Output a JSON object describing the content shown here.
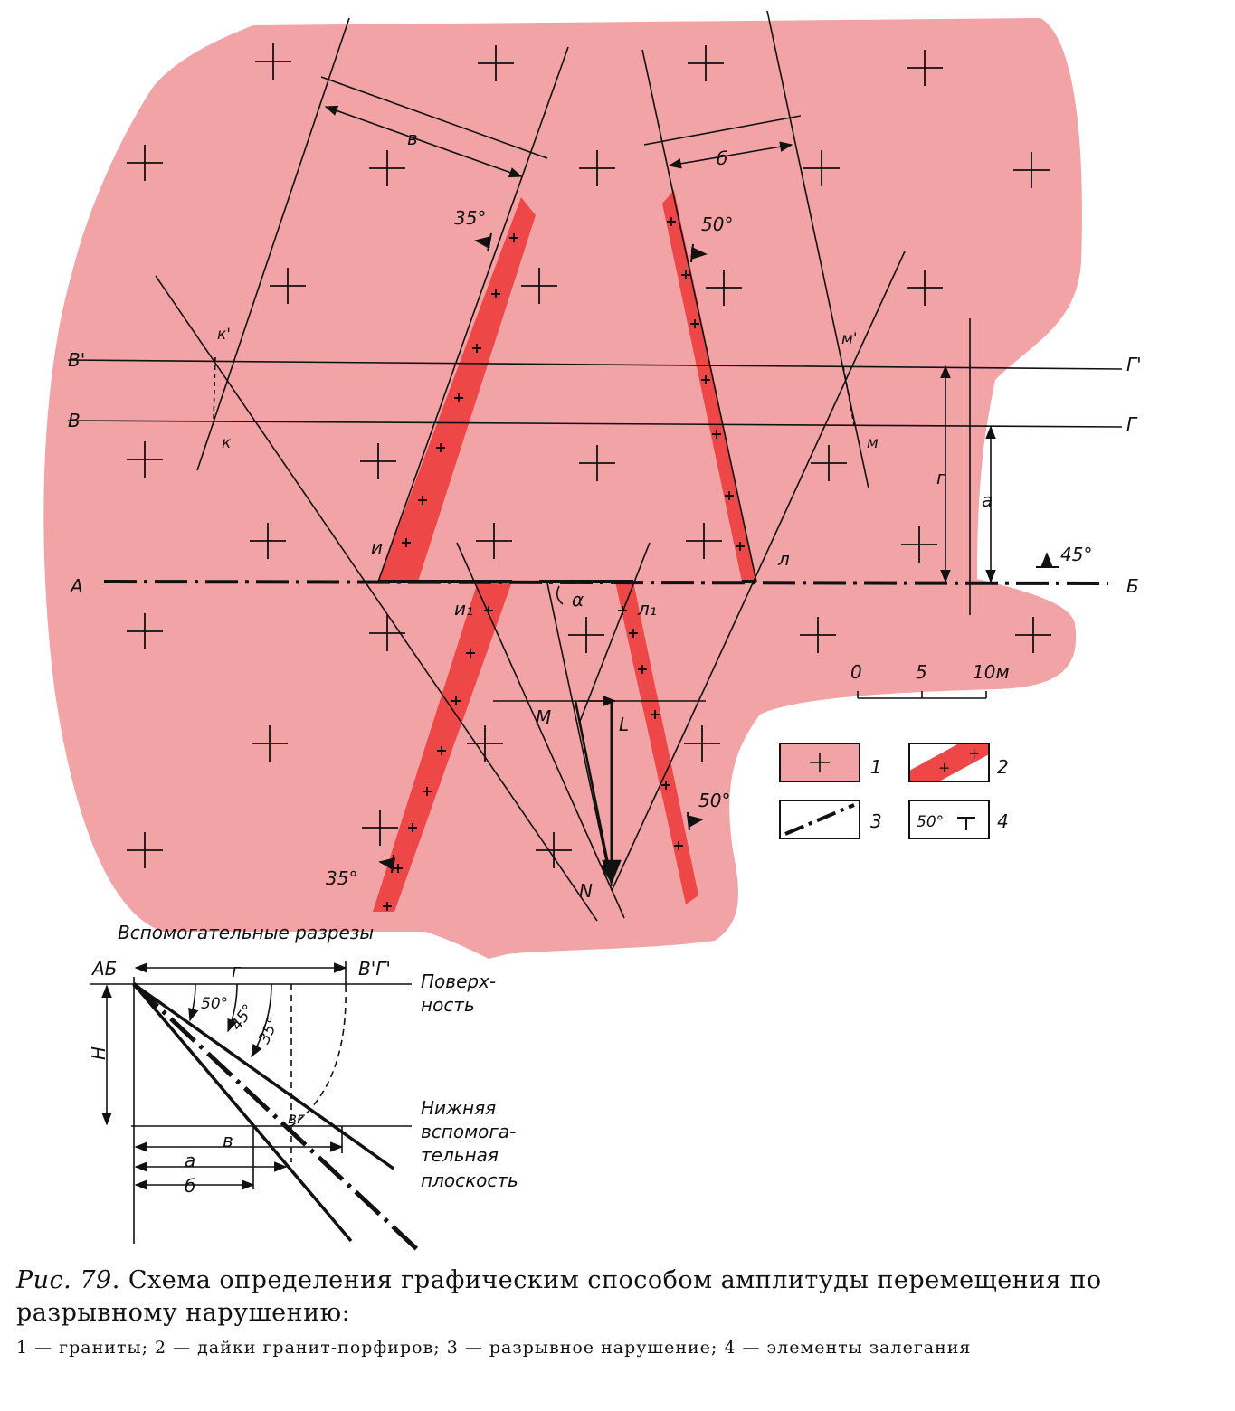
{
  "map": {
    "colors": {
      "granite": "#f2a3a6",
      "dike": "#ee4747",
      "ink": "#111111"
    },
    "point_labels": {
      "A": "А",
      "B": "Б",
      "V": "В",
      "V_prime": "В'",
      "G": "Г",
      "G_prime": "Г'",
      "k": "к",
      "k_prime": "к'",
      "m": "м",
      "m_prime": "м'",
      "i": "и",
      "i1": "и₁",
      "l": "л",
      "l1": "л₁",
      "M": "М",
      "L": "L",
      "N": "N",
      "alpha": "α",
      "dim_v": "в",
      "dim_b": "б",
      "dim_g": "г",
      "dim_a": "а"
    },
    "dip_angles": {
      "left_top": "35°",
      "right_top": "50°",
      "right_bottom": "50°",
      "left_bottom": "35°",
      "fault": "45°"
    },
    "scale_bar": {
      "ticks": [
        "0",
        "5",
        "10м"
      ]
    },
    "legend": {
      "items": [
        {
          "number": "1",
          "icon": "granite-swatch"
        },
        {
          "number": "2",
          "icon": "dike-swatch"
        },
        {
          "number": "3",
          "icon": "fault-line-swatch"
        },
        {
          "number": "4",
          "icon": "dip-symbol",
          "sample": "50°"
        }
      ]
    }
  },
  "section": {
    "title": "Вспомогательные разрезы",
    "left_label": "АБ",
    "right_label": "В'Г'",
    "surface_label": [
      "Поверх-",
      "ность"
    ],
    "lower_plane_label": [
      "Нижняя",
      "вспомога-",
      "тельная",
      "плоскость"
    ],
    "angles": [
      "50°",
      "45°",
      "35°"
    ],
    "dims": {
      "g": "г",
      "H": "Н",
      "v": "в",
      "a": "а",
      "b": "б",
      "vg": "вг"
    }
  },
  "caption": {
    "fig_ref": "Рис. 79",
    "title": ". Схема определения графическим способом амплитуды перемещения по разрывному нарушению:",
    "legend_text": "1 — граниты; 2 — дайки гранит-порфиров; 3 — разрывное нарушение; 4 — элементы залегания"
  }
}
